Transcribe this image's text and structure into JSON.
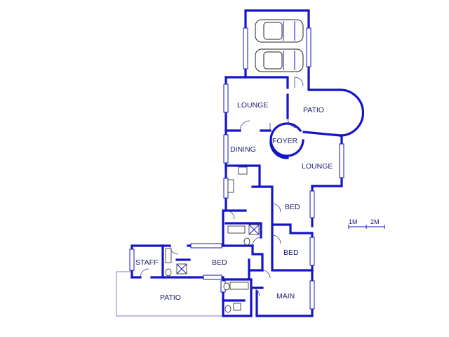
{
  "rooms": {
    "lounge_top": "LOUNGE",
    "patio_top": "PATIO",
    "foyer": "FOYER",
    "dining": "DINING",
    "lounge_right": "LOUNGE",
    "bed_upper": "BED",
    "bed_lower": "BED",
    "bed_staff_side": "BED",
    "staff": "STAFF",
    "patio_bottom": "PATIO",
    "main": "MAIN"
  },
  "scale": {
    "label_1": "1M",
    "label_2": "2M"
  },
  "colors": {
    "wall": "#1414c8",
    "label": "#1a1a6e"
  }
}
